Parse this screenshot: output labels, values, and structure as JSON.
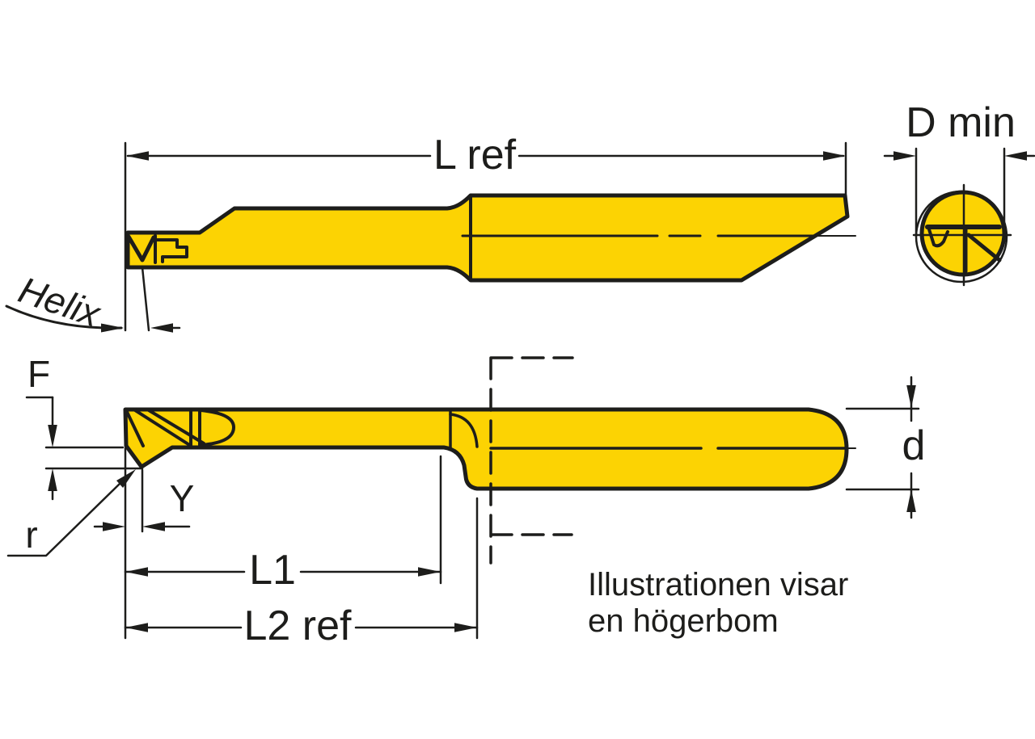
{
  "drawing": {
    "type": "technical-dimension-diagram",
    "subject": "boring bar (högerbom) with dimension callouts",
    "colors": {
      "tool_fill": "#FCD303",
      "line": "#1d1d1b",
      "background": "#ffffff"
    },
    "top_view": {
      "l_ref_label": "L ref",
      "helix_label": "Helix"
    },
    "end_view": {
      "d_min_label": "D min"
    },
    "side_view": {
      "f_label": "F",
      "r_label": "r",
      "y_label": "Y",
      "l1_label": "L1",
      "l2_ref_label": "L2 ref",
      "d_label": "d"
    },
    "note": {
      "line1": "Illustrationen visar",
      "line2": "en högerbom"
    }
  }
}
